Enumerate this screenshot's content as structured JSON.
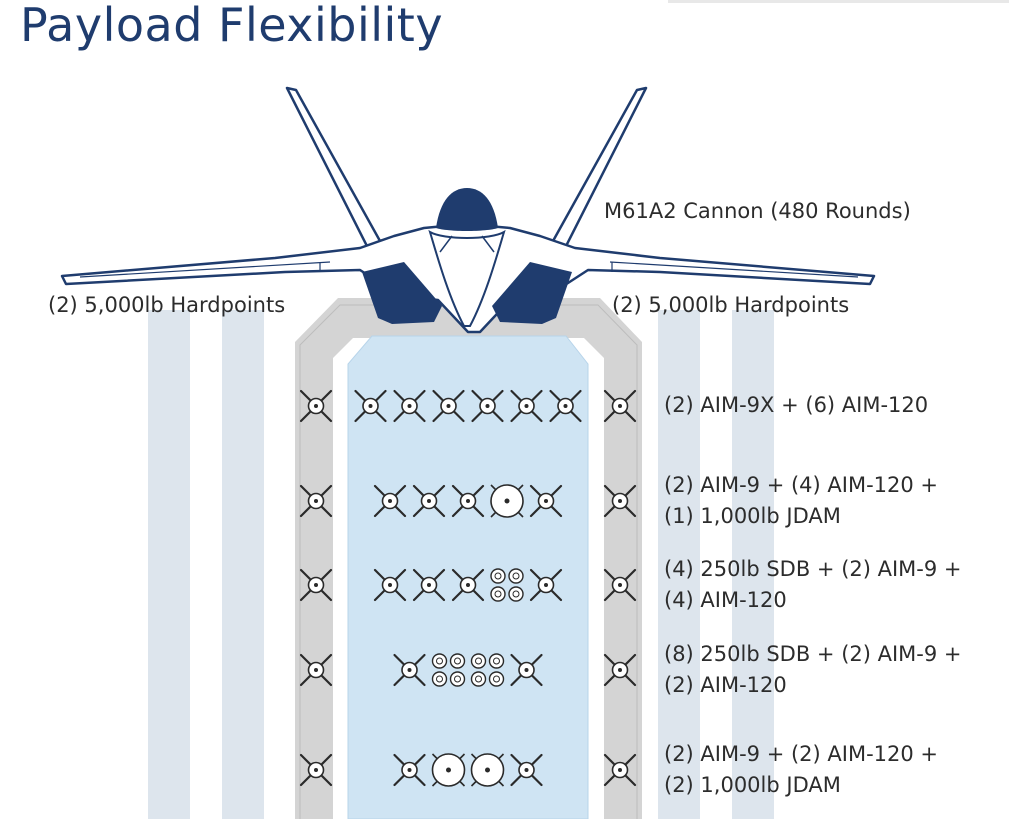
{
  "title": "Payload Flexibility",
  "colors": {
    "title": "#1f3c6e",
    "aircraft_dark": "#1f3c6e",
    "bay_fill": "#cfe4f3",
    "bay_outline": "#b8b8b8",
    "outer_bars": "#dde5ed",
    "text": "#2c2c2c"
  },
  "callouts": {
    "cannon": "M61A2 Cannon (480 Rounds)",
    "left_hardpoints": "(2) 5,000lb Hardpoints",
    "right_hardpoints": "(2) 5,000lb Hardpoints"
  },
  "loadouts": [
    {
      "lines": [
        "(2) AIM-9X + (6) AIM-120"
      ],
      "weapons": [
        "AIM-120",
        "AIM-120",
        "AIM-120",
        "AIM-120",
        "AIM-120",
        "AIM-120"
      ]
    },
    {
      "lines": [
        "(2) AIM-9 + (4) AIM-120 +",
        "(1) 1,000lb JDAM"
      ],
      "weapons": [
        "AIM-120",
        "AIM-120",
        "AIM-120",
        "JDAM",
        "AIM-120"
      ]
    },
    {
      "lines": [
        "(4) 250lb SDB + (2) AIM-9 +",
        "(4) AIM-120"
      ],
      "weapons": [
        "AIM-120",
        "AIM-120",
        "AIM-120",
        "SDB4",
        "AIM-120"
      ]
    },
    {
      "lines": [
        "(8) 250lb SDB + (2) AIM-9 +",
        "(2) AIM-120"
      ],
      "weapons": [
        "AIM-120",
        "SDB4",
        "SDB4",
        "AIM-120"
      ]
    },
    {
      "lines": [
        "(2) AIM-9 + (2) AIM-120 +",
        "(2) 1,000lb JDAM"
      ],
      "weapons": [
        "AIM-120",
        "JDAM",
        "JDAM",
        "AIM-120"
      ]
    }
  ]
}
